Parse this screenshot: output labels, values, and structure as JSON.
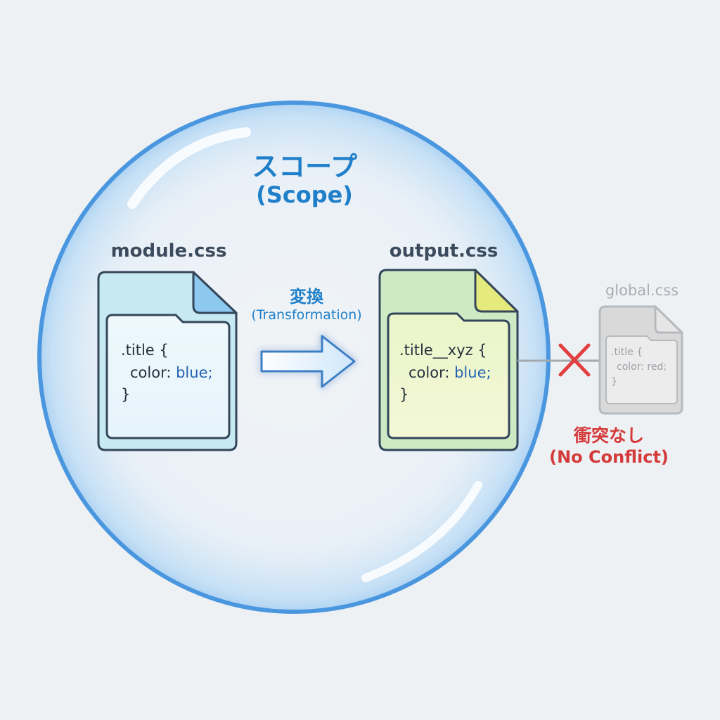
{
  "scope": {
    "title_jp": "スコープ",
    "title_en": "(Scope)"
  },
  "module": {
    "filename": "module.css",
    "code": {
      "selector": ".title {",
      "prop": "color: ",
      "value": "blue;",
      "close": "}"
    }
  },
  "transform": {
    "label_jp": "変換",
    "label_en": "(Transformation)"
  },
  "output": {
    "filename": "output.css",
    "code": {
      "selector": ".title__xyz {",
      "prop": "color: ",
      "value": "blue;",
      "close": "}"
    }
  },
  "global": {
    "filename": "global.css",
    "code": {
      "selector": ".title {",
      "prop": "color: ",
      "value": "red;",
      "close": "}"
    }
  },
  "conflict": {
    "label_jp": "衝突なし",
    "label_en": "(No Conflict)"
  },
  "colors": {
    "scope_ring": "#4a97e0",
    "scope_text": "#1f7fc9",
    "module_file": "#c7e9f1",
    "output_file": "#cdeac4",
    "output_fold": "#e5ea7c",
    "global_file": "#d8d8d8",
    "conflict_red": "#e0403f"
  }
}
